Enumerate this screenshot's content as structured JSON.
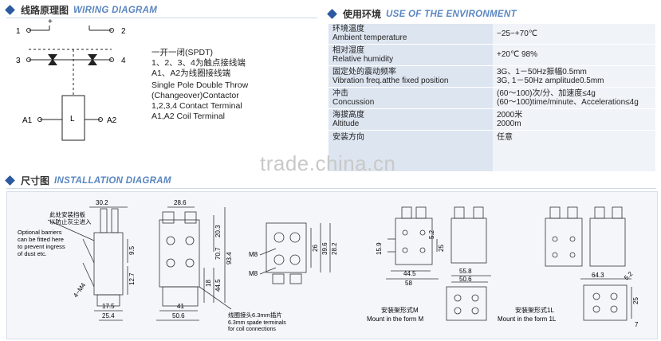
{
  "wiring": {
    "title_cn": "线路原理图",
    "title_en": "WIRING DIAGRAM",
    "terminals": {
      "t1": "1",
      "t2": "2",
      "t3": "3",
      "t4": "4",
      "a1": "A1",
      "a2": "A2",
      "coil": "L",
      "plus": "+"
    },
    "desc_lines": [
      "一开一闭(SPDT)",
      "1、2、3、4为触点接线端",
      "A1、A2为线圈接线端",
      "Single Pole Double Throw",
      "(Changeover)Contactor",
      "1,2,3,4 Contact Terminal",
      "A1,A2 Coil Terminal"
    ]
  },
  "environment": {
    "title_cn": "使用环境",
    "title_en": "USE OF THE ENVIRONMENT",
    "rows": [
      {
        "k_cn": "环境温度",
        "k_en": "Ambient temperature",
        "v1": "−25~+70℃",
        "v2": ""
      },
      {
        "k_cn": "相对湿度",
        "k_en": "Relative humidity",
        "v1": "+20℃  98%",
        "v2": ""
      },
      {
        "k_cn": "固定处的震动频率",
        "k_en": "Vibration freq.atthe fixed position",
        "v1": "3G、1－50Hz振幅0.5mm",
        "v2": "3G, 1－50Hz amplitude0.5mm"
      },
      {
        "k_cn": "冲击",
        "k_en": "Concussion",
        "v1": "(60～100)次/分、加速度≤4g",
        "v2": "(60～100)time/minute、Acceleration≤4g"
      },
      {
        "k_cn": "海拔高度",
        "k_en": "Altitude",
        "v1": "2000米",
        "v2": "2000m"
      },
      {
        "k_cn": "安装方向",
        "k_en": "",
        "v1": "任意",
        "v2": ""
      }
    ]
  },
  "installation": {
    "title_cn": "尺寸图",
    "title_en": "INSTALLATION DIAGRAM",
    "barrier_note_cn_1": "此处安装挡板",
    "barrier_note_cn_2": "以防止灰尘进入",
    "barrier_note_en_1": "Optional barriers",
    "barrier_note_en_2": "can be fitted here",
    "barrier_note_en_3": "to prevent ingress",
    "barrier_note_en_4": "of dust etc.",
    "dims": {
      "d302": "30.2",
      "d95": "9.5",
      "d127": "12.7",
      "d4m4": "4−M4",
      "d175": "17.5",
      "d254": "25.4",
      "d286": "28.6",
      "d203": "20.3",
      "d707": "70.7",
      "d934": "93.4",
      "d18": "18",
      "d445": "44.5",
      "d41": "41",
      "d506": "50.6",
      "m8a": "M8",
      "m8b": "M8",
      "d26": "26",
      "d396": "39.6",
      "d282": "28.2",
      "d159": "15.9",
      "d52": "5.2",
      "d25": "25",
      "d445b": "44.5",
      "d58": "58",
      "d558": "55.8",
      "d506b": "50.6",
      "d643": "64.3",
      "d52b": "5.2",
      "d25b": "25",
      "d7": "7"
    },
    "spade_cn": "线圈接头6.3mm插片",
    "spade_en_1": "6.3mm spade terminals",
    "spade_en_2": "for coil connections",
    "form_m_cn": "安装架形式M",
    "form_m_en": "Mount in the form M",
    "form_1l_cn": "安装架形式1L",
    "form_1l_en": "Mount in the form 1L"
  },
  "watermark": "trade.china.cn",
  "colors": {
    "accent": "#2c5aa0",
    "title_en": "#5a86c0",
    "table_key": "#dde5f0",
    "table_val": "#f0f3f8"
  }
}
